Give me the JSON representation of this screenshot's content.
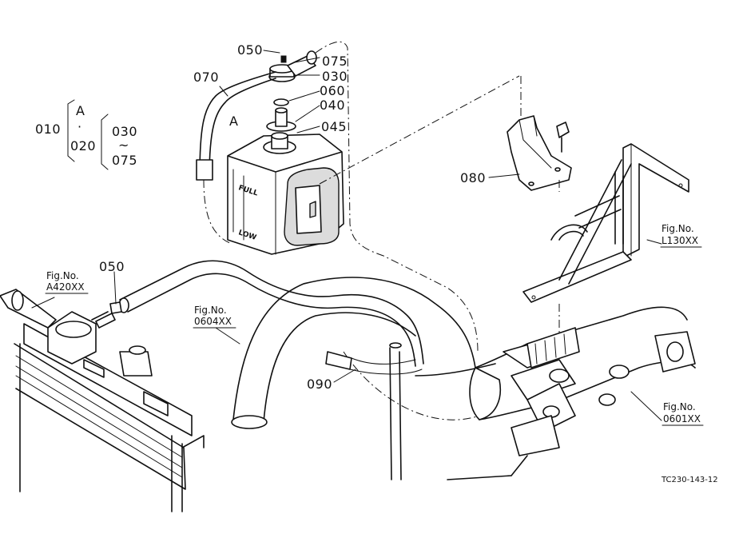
{
  "callouts": {
    "p050_top": "050",
    "p075": "075",
    "p030": "030",
    "p060": "060",
    "p040": "040",
    "p045": "045",
    "p070": "070",
    "p080": "080",
    "p090": "090",
    "p050_left": "050",
    "tank_mark": "A"
  },
  "set_group": {
    "p010": "010",
    "mark_a": "A",
    "dot": "·",
    "p020": "020",
    "p030": "030",
    "tilde": "~",
    "p075": "075"
  },
  "figure_refs": [
    {
      "fig": "Fig.No.",
      "code": "A420XX"
    },
    {
      "fig": "Fig.No.",
      "code": "0604XX"
    },
    {
      "fig": "Fig.No.",
      "code": "L130XX"
    },
    {
      "fig": "Fig.No.",
      "code": "0601XX"
    }
  ],
  "tank_labels": {
    "full": "FULL",
    "low": "LOW"
  },
  "drawing_code": "TC230-143-12"
}
